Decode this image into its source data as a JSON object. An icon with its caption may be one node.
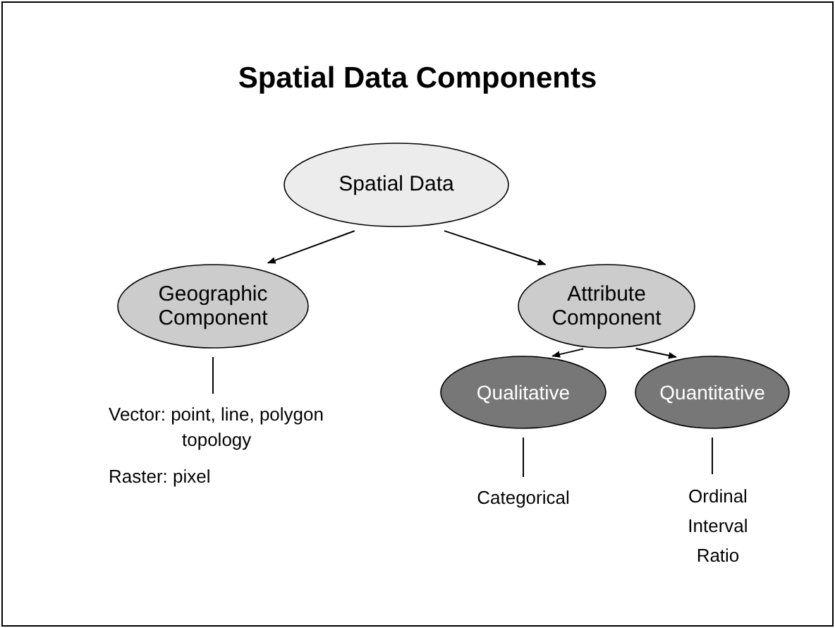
{
  "diagram": {
    "title": "Spatial Data Components",
    "nodes": [
      {
        "text": [
          "Spatial Data"
        ]
      },
      {
        "text": [
          "Geographic Component"
        ]
      },
      {
        "text": [
          "Attribute Component"
        ]
      },
      {
        "text": [
          "Qualitative"
        ]
      },
      {
        "text": [
          "Quantitative"
        ]
      },
      {
        "text": [
          "Vector: point, line, polygon topology"
        ]
      },
      {
        "text": [
          "Categorical"
        ]
      },
      {
        "text": [
          "Ordinal",
          "Interval",
          "Ratio"
        ]
      }
    ],
    "edges": [
      {
        "from": 0,
        "to": 1,
        "arrow": "to"
      },
      {
        "from": 0,
        "to": 2,
        "arrow": "to"
      },
      {
        "from": 2,
        "to": 3,
        "arrow": "to"
      },
      {
        "from": 2,
        "to": 4,
        "arrow": "to"
      },
      {
        "from": 1,
        "to": 5,
        "arrow": "none"
      },
      {
        "from": 3,
        "to": 6,
        "arrow": "none"
      },
      {
        "from": 4,
        "to": 7,
        "arrow": "none"
      }
    ],
    "labels": [
      "Raster: pixel"
    ]
  }
}
